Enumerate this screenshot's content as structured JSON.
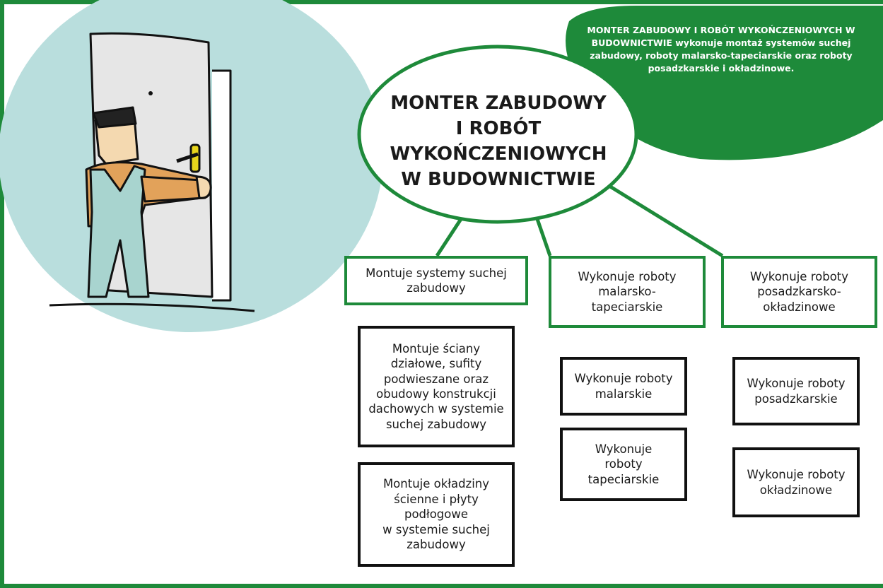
{
  "colors": {
    "accent": "#1e8a3a",
    "circle_bg": "#b9dedd"
  },
  "blurb": {
    "strong": "MONTER ZABUDOWY I ROBÓT WYKOŃCZENIOWYCH W BUDOWNICTWIE",
    "rest": " wykonuje montaż systemów suchej zabudowy, roboty malarsko-tapeciarskie oraz roboty posadzkarskie i okładzinowe."
  },
  "center_title": "MONTER ZABUDOWY\nI ROBÓT\nWYKOŃCZENIOWYCH\nW BUDOWNICTWIE",
  "categories": [
    {
      "label": "Montuje systemy suchej\nzabudowy",
      "tasks": [
        "Montuje ściany\ndziałowe, sufity\npodwieszane oraz\nobudowy konstrukcji\ndachowych w systemie\nsuchej zabudowy",
        "Montuje okładziny\nścienne i płyty\npodłogowe\nw systemie suchej\nzabudowy"
      ]
    },
    {
      "label": "Wykonuje roboty\nmalarsko-\ntapeciarskie",
      "tasks": [
        "Wykonuje roboty\nmalarskie",
        "Wykonuje\nroboty\ntapeciarskie"
      ]
    },
    {
      "label": "Wykonuje roboty\nposadzkarsko-\nokładzinowe",
      "tasks": [
        "Wykonuje roboty\nposadzkarskie",
        "Wykonuje roboty\nokładzinowe"
      ]
    }
  ]
}
